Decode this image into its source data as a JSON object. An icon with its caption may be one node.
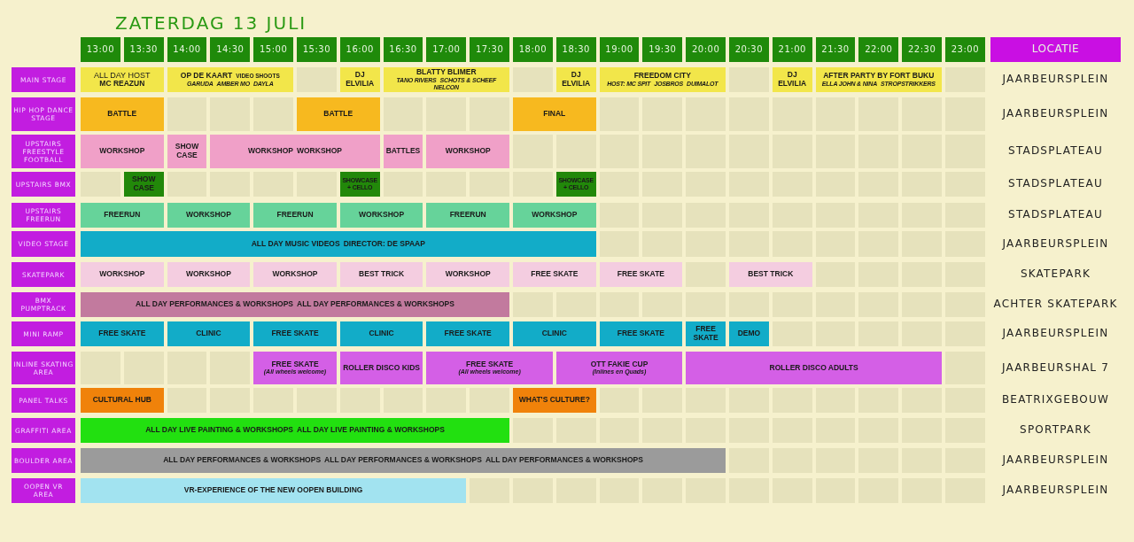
{
  "diagram": {
    "title": "ZATERDAG 13 JULI",
    "nodes": [
      {
        "text": [
          "13:00"
        ]
      },
      {
        "text": [
          "13:30"
        ]
      },
      {
        "text": [
          "14:00"
        ]
      },
      {
        "text": [
          "14:30"
        ]
      },
      {
        "text": [
          "15:00"
        ]
      },
      {
        "text": [
          "15:30"
        ]
      },
      {
        "text": [
          "16:00"
        ]
      },
      {
        "text": [
          "16:30"
        ]
      },
      {
        "text": [
          "17:00"
        ]
      },
      {
        "text": [
          "17:30"
        ]
      },
      {
        "text": [
          "18:00"
        ]
      },
      {
        "text": [
          "18:30"
        ]
      },
      {
        "text": [
          "19:00"
        ]
      },
      {
        "text": [
          "19:30"
        ]
      },
      {
        "text": [
          "20:00"
        ]
      },
      {
        "text": [
          "20:30"
        ]
      },
      {
        "text": [
          "21:00"
        ]
      },
      {
        "text": [
          "21:30"
        ]
      },
      {
        "text": [
          "22:00"
        ]
      },
      {
        "text": [
          "22:30"
        ]
      },
      {
        "text": [
          "23:00"
        ]
      },
      {
        "text": [
          "LOCATIE"
        ]
      },
      {
        "text": [
          "MAIN STAGE"
        ]
      },
      {
        "text": [
          "ALL DAY HOST",
          "MC REAZUN"
        ]
      },
      {
        "text": [
          "OP DE KAART",
          "VIDEO SHOOTS",
          "GARUDA",
          "AMBER MO",
          "DAYLA"
        ]
      },
      {
        "text": [
          "DJ ELVILIA"
        ]
      },
      {
        "text": [
          "BLATTY BLIMER",
          "TANO RIVERS",
          "SCHOTS & SCHEEF",
          "NELCON"
        ]
      },
      {
        "text": [
          "DJ ELVILIA"
        ]
      },
      {
        "text": [
          "FREEDOM CITY",
          "HOST: MC SPIT",
          "JOSBROS",
          "DUIMALOT"
        ]
      },
      {
        "text": [
          "DJ ELVILIA"
        ]
      },
      {
        "text": [
          "AFTER PARTY BY FORT BUKU",
          "ELLA JOHN & NINA",
          "STROPSTRIKKERS"
        ]
      },
      {
        "text": [
          "HIP HOP DANCE STAGE"
        ]
      },
      {
        "text": [
          "BATTLE"
        ]
      },
      {
        "text": [
          "BATTLE"
        ]
      },
      {
        "text": [
          "FINAL"
        ]
      },
      {
        "text": [
          "UPSTAIRS FREESTYLE FOOTBALL"
        ]
      },
      {
        "text": [
          "WORKSHOP"
        ]
      },
      {
        "text": [
          "SHOW CASE"
        ]
      },
      {
        "text": [
          "WORKSHOP",
          "WORKSHOP"
        ]
      },
      {
        "text": [
          "BATTLES"
        ]
      },
      {
        "text": [
          "WORKSHOP"
        ]
      },
      {
        "text": [
          "UPSTAIRS BMX"
        ]
      },
      {
        "text": [
          "SHOW CASE"
        ]
      },
      {
        "text": [
          "SHOWCASE + CELLO"
        ]
      },
      {
        "text": [
          "SHOWCASE + CELLO"
        ]
      },
      {
        "text": [
          "UPSTAIRS FREERUN"
        ]
      },
      {
        "text": [
          "FREERUN"
        ]
      },
      {
        "text": [
          "WORKSHOP"
        ]
      },
      {
        "text": [
          "FREERUN"
        ]
      },
      {
        "text": [
          "WORKSHOP"
        ]
      },
      {
        "text": [
          "FREERUN"
        ]
      },
      {
        "text": [
          "WORKSHOP"
        ]
      },
      {
        "text": [
          "VIDEO STAGE"
        ]
      },
      {
        "text": [
          "ALL DAY MUSIC VIDEOS",
          "DIRECTOR: DE SPAAP"
        ]
      },
      {
        "text": [
          "SKATEPARK"
        ]
      },
      {
        "text": [
          "WORKSHOP"
        ]
      },
      {
        "text": [
          "WORKSHOP"
        ]
      },
      {
        "text": [
          "WORKSHOP"
        ]
      },
      {
        "text": [
          "BEST TRICK"
        ]
      },
      {
        "text": [
          "WORKSHOP"
        ]
      },
      {
        "text": [
          "FREE SKATE"
        ]
      },
      {
        "text": [
          "FREE SKATE"
        ]
      },
      {
        "text": [
          "BEST TRICK"
        ]
      },
      {
        "text": [
          "BMX PUMPTRACK"
        ]
      },
      {
        "text": [
          "ALL DAY PERFORMANCES & WORKSHOPS",
          "ALL DAY PERFORMANCES & WORKSHOPS"
        ]
      },
      {
        "text": [
          "MINI RAMP"
        ]
      },
      {
        "text": [
          "FREE SKATE"
        ]
      },
      {
        "text": [
          "CLINIC"
        ]
      },
      {
        "text": [
          "FREE SKATE"
        ]
      },
      {
        "text": [
          "CLINIC"
        ]
      },
      {
        "text": [
          "FREE SKATE"
        ]
      },
      {
        "text": [
          "CLINIC"
        ]
      },
      {
        "text": [
          "FREE SKATE"
        ]
      },
      {
        "text": [
          "FREE SKATE"
        ]
      },
      {
        "text": [
          "DEMO"
        ]
      },
      {
        "text": [
          "INLINE SKATING AREA"
        ]
      },
      {
        "text": [
          "FREE SKATE",
          "(All wheels welcome)"
        ]
      },
      {
        "text": [
          "ROLLER DISCO KIDS"
        ]
      },
      {
        "text": [
          "FREE SKATE",
          "(All wheels welcome)"
        ]
      },
      {
        "text": [
          "OTT FAKIE CUP",
          "(Inlines en Quads)"
        ]
      },
      {
        "text": [
          "ROLLER DISCO ADULTS"
        ]
      },
      {
        "text": [
          "PANEL TALKS"
        ]
      },
      {
        "text": [
          "CULTURAL HUB"
        ]
      },
      {
        "text": [
          "WHAT'S CULTURE?"
        ]
      },
      {
        "text": [
          "GRAFFITI AREA"
        ]
      },
      {
        "text": [
          "ALL DAY LIVE PAINTING & WORKSHOPS",
          "ALL DAY LIVE PAINTING & WORKSHOPS"
        ]
      },
      {
        "text": [
          "BOULDER AREA"
        ]
      },
      {
        "text": [
          "ALL DAY PERFORMANCES & WORKSHOPS",
          "ALL DAY PERFORMANCES & WORKSHOPS",
          "ALL DAY PERFORMANCES & WORKSHOPS"
        ]
      },
      {
        "text": [
          "OOPEN VR AREA"
        ]
      },
      {
        "text": [
          "VR-EXPERIENCE OF THE NEW OOPEN BUILDING"
        ]
      }
    ],
    "labels": [
      "JAARBEURSPLEIN",
      "JAARBEURSPLEIN",
      "STADSPLATEAU",
      "STADSPLATEAU",
      "STADSPLATEAU",
      "JAARBEURSPLEIN",
      "SKATEPARK",
      "ACHTER SKATEPARK",
      "JAARBEURSPLEIN",
      "JAARBEURSHAL 7",
      "BEATRIXGEBOUW",
      "SPORTPARK",
      "JAARBEURSPLEIN",
      "JAARBEURSPLEIN"
    ]
  }
}
